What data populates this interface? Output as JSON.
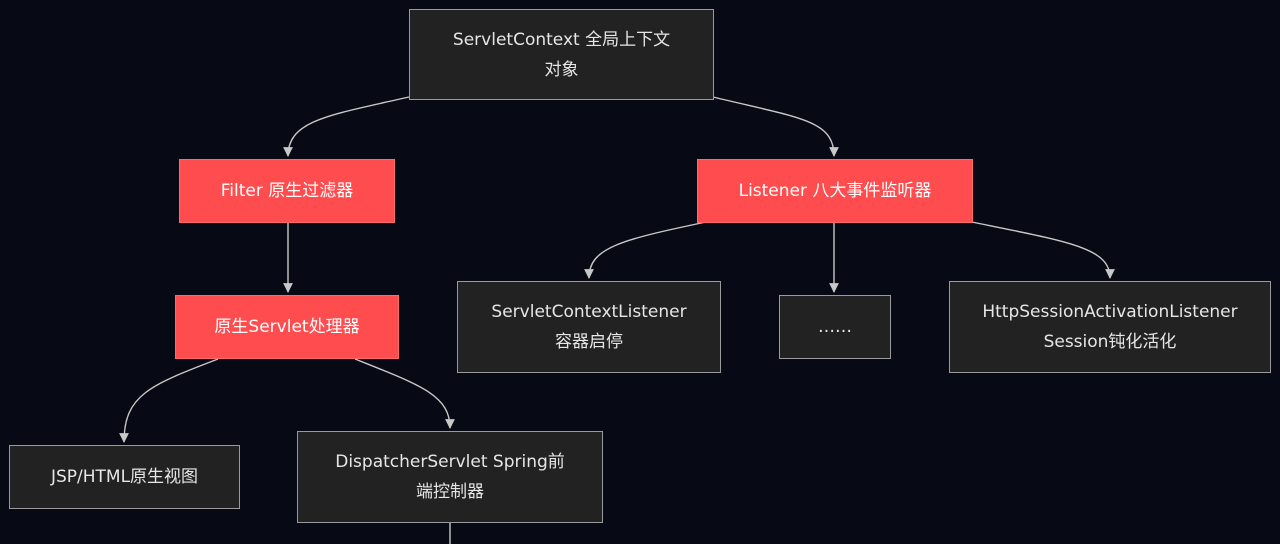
{
  "colors": {
    "background": "#070a14",
    "node_fill": "#222222",
    "node_border": "#9a9a9a",
    "highlight_fill": "#ff4d4f",
    "edge": "#c8c8c8"
  },
  "nodes": {
    "root": {
      "label": "ServletContext 全局上下文\n对象"
    },
    "filter": {
      "label": "Filter 原生过滤器"
    },
    "listener": {
      "label": "Listener 八大事件监听器"
    },
    "servlet": {
      "label": "原生Servlet处理器"
    },
    "context_listener": {
      "label": "ServletContextListener\n容器启停"
    },
    "ellipsis": {
      "label": "……"
    },
    "activation_listener": {
      "label": "HttpSessionActivationListener\nSession钝化活化"
    },
    "jsp": {
      "label": "JSP/HTML原生视图"
    },
    "dispatcher": {
      "label": "DispatcherServlet Spring前\n端控制器"
    }
  },
  "edges": [
    {
      "from": "root",
      "to": "filter"
    },
    {
      "from": "root",
      "to": "listener"
    },
    {
      "from": "filter",
      "to": "servlet"
    },
    {
      "from": "listener",
      "to": "context_listener"
    },
    {
      "from": "listener",
      "to": "ellipsis"
    },
    {
      "from": "listener",
      "to": "activation_listener"
    },
    {
      "from": "servlet",
      "to": "jsp"
    },
    {
      "from": "servlet",
      "to": "dispatcher"
    },
    {
      "from": "dispatcher",
      "to": "offscreen"
    }
  ]
}
